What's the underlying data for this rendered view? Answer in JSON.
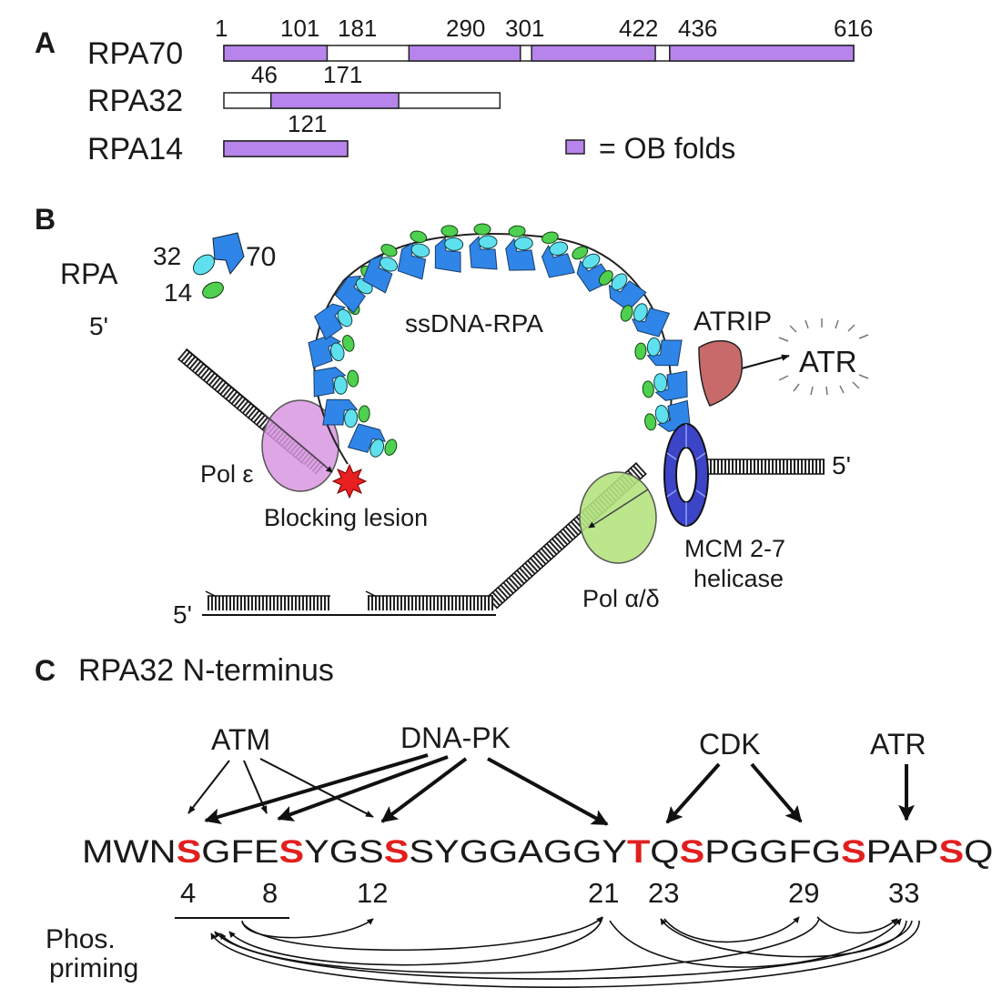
{
  "panel_a": {
    "letter": "A",
    "proteins": [
      {
        "name": "RPA70",
        "length": 616,
        "ob_domains": [
          [
            1,
            101
          ],
          [
            181,
            290
          ],
          [
            301,
            422
          ],
          [
            436,
            616
          ]
        ],
        "labels": [
          "1",
          "101",
          "181",
          "290",
          "301",
          "422",
          "436",
          "616"
        ]
      },
      {
        "name": "RPA32",
        "length": 270,
        "ob_domains": [
          [
            46,
            171
          ]
        ],
        "labels": [
          "46",
          "171"
        ]
      },
      {
        "name": "RPA14",
        "length": 121,
        "ob_domains": [
          [
            1,
            121
          ]
        ],
        "labels": [
          "121"
        ]
      }
    ],
    "legend": "= OB folds",
    "ob_color": "#b784ec"
  },
  "panel_b": {
    "letter": "B",
    "rpa_label": "RPA",
    "subunit_labels": [
      "32",
      "70",
      "14"
    ],
    "ssdna_label": "ssDNA-RPA",
    "atrip_label": "ATRIP",
    "atr_label": "ATR",
    "five_prime": "5'",
    "pol_epsilon": "Pol ε",
    "lesion": "Blocking lesion",
    "pol_alpha_delta": "Pol α/δ",
    "mcm_line1": "MCM 2-7",
    "mcm_line2": "helicase",
    "colors": {
      "rpa70": "#2f86e8",
      "rpa32": "#5fe0ee",
      "rpa14": "#4fd04f",
      "atrip": "#c86a6a",
      "pol_epsilon": "#d997e2",
      "pol_ad": "#b4e37e",
      "mcm": "#3c44c8",
      "lesion": "#e82020"
    }
  },
  "panel_c": {
    "letter": "C",
    "title": "RPA32 N-terminus",
    "kinases": [
      "ATM",
      "DNA-PK",
      "CDK",
      "ATR"
    ],
    "sequence": "MWNSGFESYGSSSYGGAGGYTQSPGGFGSPAPSQ...",
    "phospho_sites": [
      {
        "residue": "S",
        "position": "4"
      },
      {
        "residue": "S",
        "position": "8"
      },
      {
        "residue": "S",
        "position": "12"
      },
      {
        "residue": "T",
        "position": "21"
      },
      {
        "residue": "S",
        "position": "23"
      },
      {
        "residue": "S",
        "position": "29"
      },
      {
        "residue": "S",
        "position": "33"
      }
    ],
    "priming_label_1": "Phos.",
    "priming_label_2": "priming",
    "highlight_color": "#e02020"
  }
}
